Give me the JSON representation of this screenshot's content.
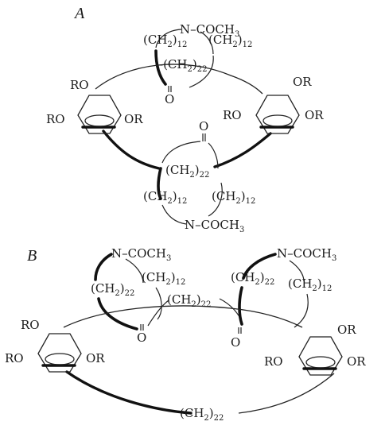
{
  "figure": {
    "panel_a": {
      "label": "A",
      "texts": {
        "n_acetyl": "N–COCH",
        "ch2_left": "(CH",
        "ch2_right": "(CH",
        "ch2_22": "(CH",
        "carbonyl_o": "O",
        "ro_top_left": "RO",
        "ro_mid_left": "RO",
        "or_left": "OR",
        "or_top_right": "OR",
        "ro_mid_right": "RO",
        "or_mid_right": "OR",
        "carbonyl_o_bottom": "O",
        "ch2_22_bottom": "(CH",
        "ch2_left_bottom": "(CH",
        "ch2_right_bottom": "(CH",
        "n_acetyl_bottom": "N–COCH"
      }
    },
    "panel_b": {
      "label": "B",
      "texts": {
        "n_acetyl_left": "N–COCH",
        "n_acetyl_right": "N–COCH",
        "ch2_22_left": "(CH",
        "ch2_12_left": "(CH",
        "ch2_22_middle": "(CH",
        "ch2_22_right": "(CH",
        "ch2_12_right": "(CH",
        "o_left": "O",
        "o_right": "O",
        "ro_top_left": "RO",
        "ro_mid_left": "RO",
        "or_left": "OR",
        "or_top_right": "OR",
        "ro_mid_right": "RO",
        "or_mid_right": "OR",
        "ch2_22_bottom": "(CH"
      }
    }
  }
}
